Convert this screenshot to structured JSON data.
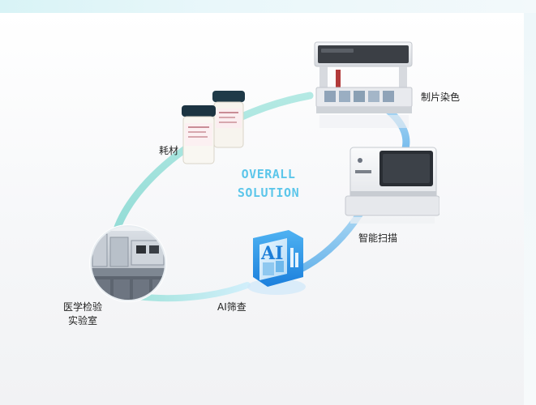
{
  "diagram": {
    "title_line1": "OVERALL",
    "title_line2": "SOLUTION",
    "nodes": {
      "stain": {
        "label": "制片染色"
      },
      "consumables": {
        "label": "耗材"
      },
      "scan": {
        "label": "智能扫描"
      },
      "ai": {
        "label": "AI筛查",
        "icon_text": "AI"
      },
      "lab": {
        "label_line1": "医学检验",
        "label_line2": "实验室"
      }
    }
  },
  "colors": {
    "title": "#5cc6ea",
    "ring_left": "#7fd8d4",
    "ring_right": "#6fb4ea",
    "ai_icon": "#2a92e6"
  },
  "icons": {
    "consumables": "sample-jars-icon",
    "stain": "staining-machine-icon",
    "scan": "slide-scanner-icon",
    "ai": "ai-screening-icon",
    "lab": "laboratory-photo"
  }
}
